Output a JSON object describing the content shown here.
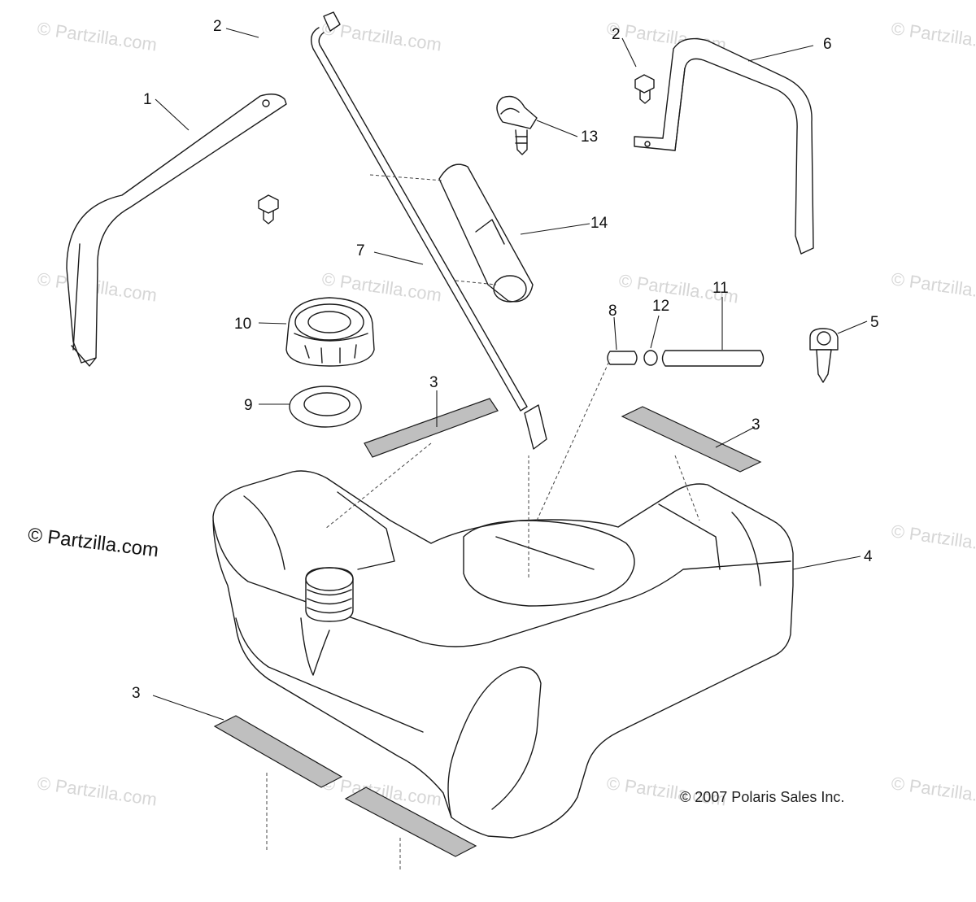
{
  "watermark": "© Partzilla.com",
  "brand_mark": "© Partzilla.com",
  "copyright": "© 2007 Polaris Sales Inc.",
  "callouts": {
    "c1": "1",
    "c2a": "2",
    "c2b": "2",
    "c3a": "3",
    "c3b": "3",
    "c3c": "3",
    "c4": "4",
    "c5": "5",
    "c6": "6",
    "c7": "7",
    "c8": "8",
    "c9": "9",
    "c10": "10",
    "c11": "11",
    "c12": "12",
    "c13": "13",
    "c14": "14"
  }
}
